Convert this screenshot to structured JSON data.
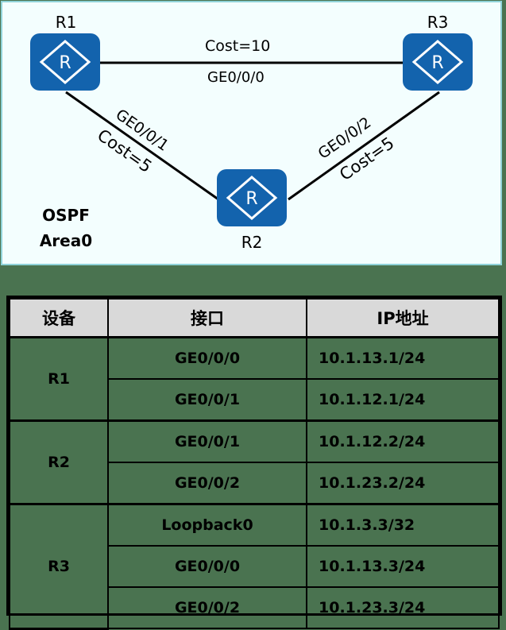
{
  "diagram": {
    "area_label_line1": "OSPF",
    "area_label_line2": "Area0",
    "routers": [
      {
        "id": "R1",
        "label": "R1",
        "icon": "router-icon"
      },
      {
        "id": "R2",
        "label": "R2",
        "icon": "router-icon"
      },
      {
        "id": "R3",
        "label": "R3",
        "icon": "router-icon"
      }
    ],
    "links": [
      {
        "from": "R1",
        "to": "R3",
        "interface": "GE0/0/0",
        "cost": "Cost=10"
      },
      {
        "from": "R1",
        "to": "R2",
        "interface": "GE0/0/1",
        "cost": "Cost=5"
      },
      {
        "from": "R3",
        "to": "R2",
        "interface": "GE0/0/2",
        "cost": "Cost=5"
      }
    ],
    "colors": {
      "router_fill": "#1363ad",
      "panel_bg": "#f3fefe",
      "panel_border": "#8fd3d9",
      "page_bg": "#4a7350"
    }
  },
  "table": {
    "headers": [
      "设备",
      "接口",
      "IP地址"
    ],
    "groups": [
      {
        "device": "R1",
        "rows": [
          {
            "interface": "GE0/0/0",
            "ip": "10.1.13.1/24"
          },
          {
            "interface": "GE0/0/1",
            "ip": "10.1.12.1/24"
          }
        ]
      },
      {
        "device": "R2",
        "rows": [
          {
            "interface": "GE0/0/1",
            "ip": "10.1.12.2/24"
          },
          {
            "interface": "GE0/0/2",
            "ip": "10.1.23.2/24"
          }
        ]
      },
      {
        "device": "R3",
        "rows": [
          {
            "interface": "Loopback0",
            "ip": "10.1.3.3/32"
          },
          {
            "interface": "GE0/0/0",
            "ip": "10.1.13.3/24"
          },
          {
            "interface": "GE0/0/2",
            "ip": "10.1.23.3/24"
          }
        ]
      }
    ],
    "colors": {
      "header_bg": "#d9d9d9",
      "body_bg": "#4a7350",
      "border": "#000000"
    }
  }
}
